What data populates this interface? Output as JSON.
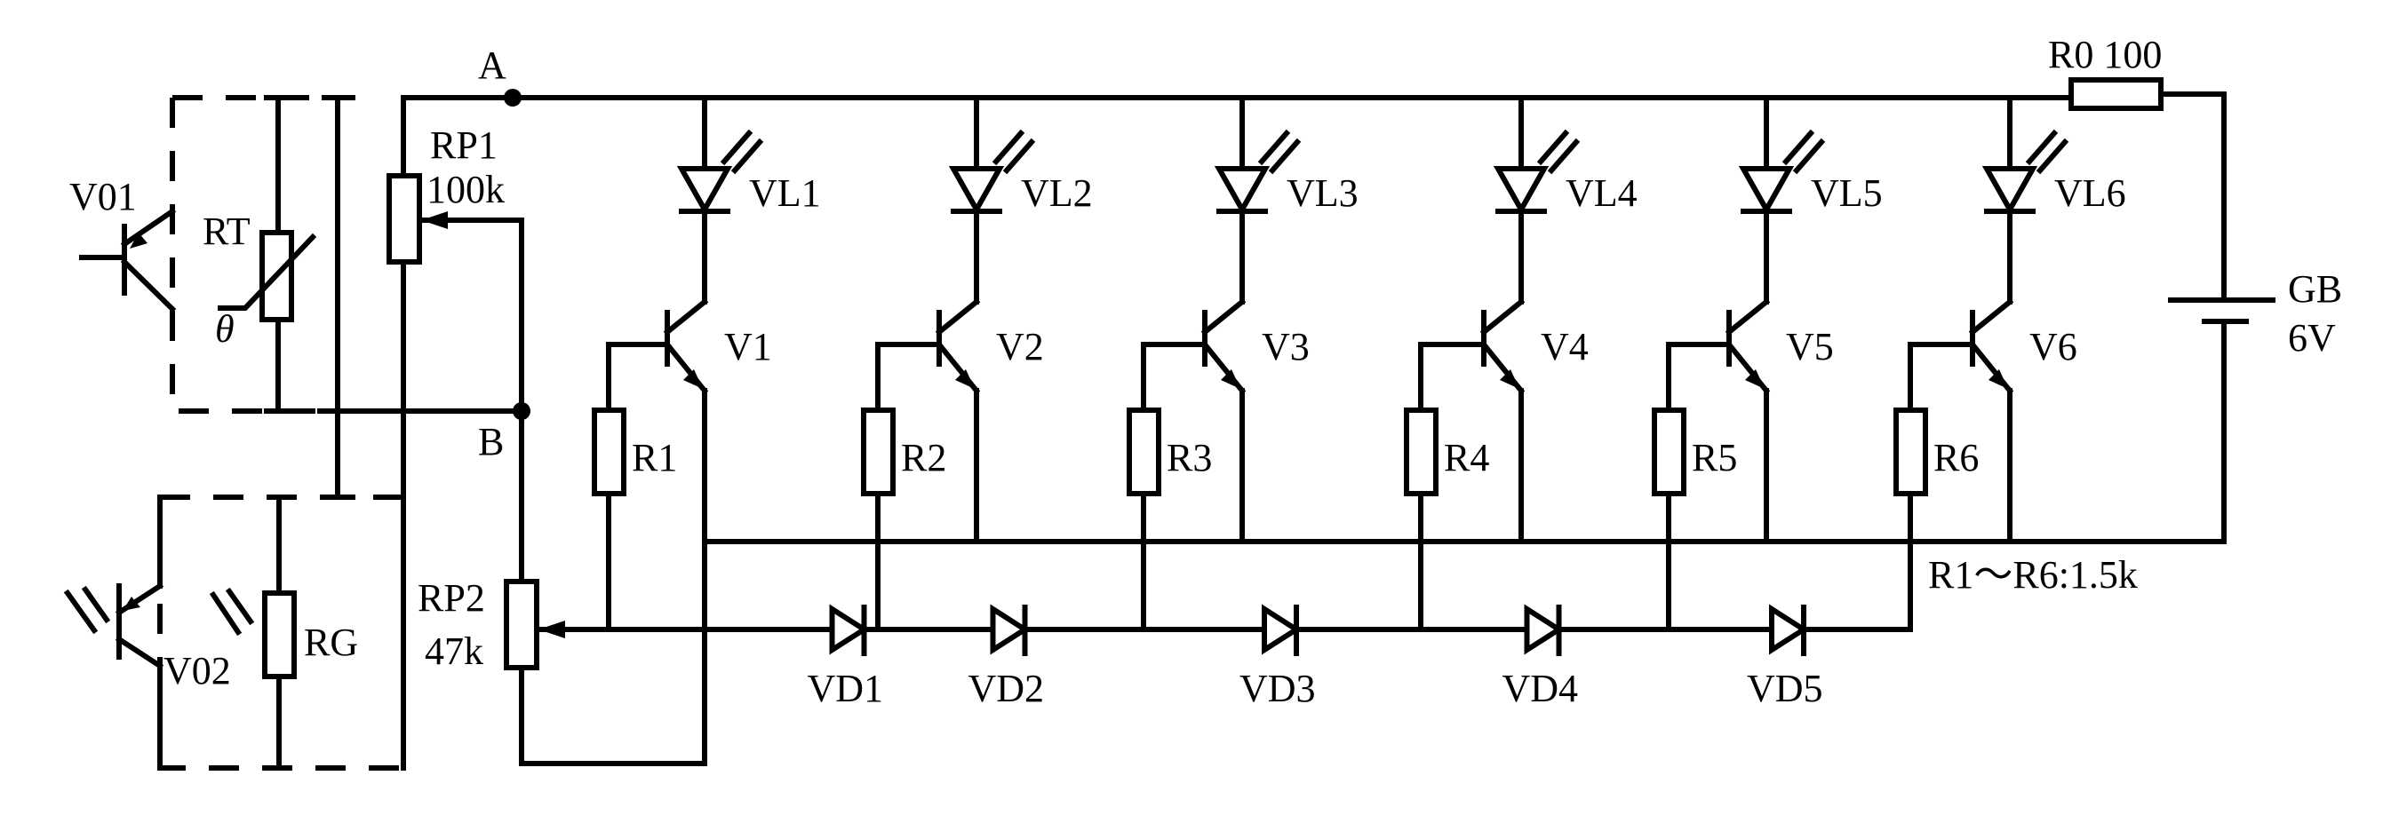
{
  "diagram": {
    "type": "circuit-schematic",
    "nodes": {
      "a": "A",
      "b": "B"
    },
    "sensors": {
      "v01": "V01",
      "rt": "RT",
      "theta": "θ",
      "v02": "V02",
      "rg": "RG"
    },
    "pots": {
      "rp1_name": "RP1",
      "rp1_value": "100k",
      "rp2_name": "RP2",
      "rp2_value": "47k"
    },
    "r0": "R0 100",
    "battery": {
      "name": "GB",
      "value": "6V"
    },
    "stages": [
      {
        "led": "VL1",
        "transistor": "V1",
        "resistor": "R1"
      },
      {
        "led": "VL2",
        "transistor": "V2",
        "resistor": "R2"
      },
      {
        "led": "VL3",
        "transistor": "V3",
        "resistor": "R3"
      },
      {
        "led": "VL4",
        "transistor": "V4",
        "resistor": "R4"
      },
      {
        "led": "VL5",
        "transistor": "V5",
        "resistor": "R5"
      },
      {
        "led": "VL6",
        "transistor": "V6",
        "resistor": "R6"
      }
    ],
    "diodes": [
      "VD1",
      "VD2",
      "VD3",
      "VD4",
      "VD5"
    ],
    "note": "R1～R6:1.5k"
  }
}
